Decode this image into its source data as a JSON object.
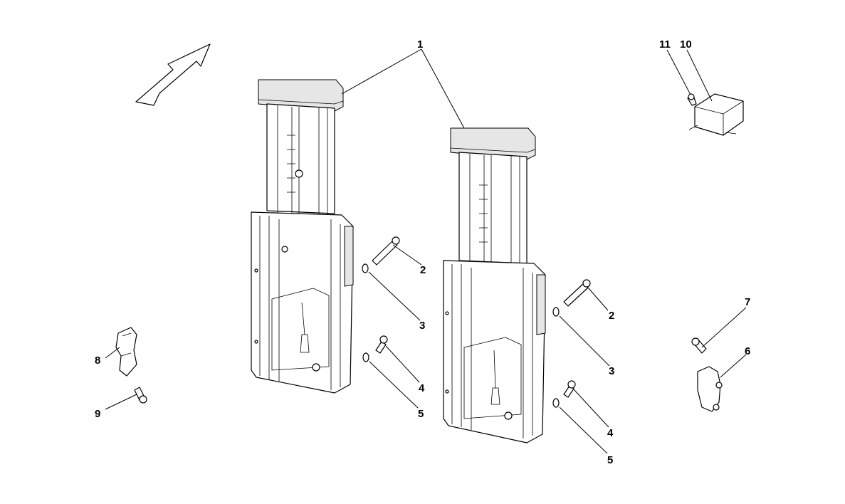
{
  "callouts": {
    "c1": "1",
    "c2a": "2",
    "c3a": "3",
    "c4a": "4",
    "c5a": "5",
    "c2b": "2",
    "c3b": "3",
    "c4b": "4",
    "c5b": "5",
    "c6": "6",
    "c7": "7",
    "c8": "8",
    "c9": "9",
    "c10": "10",
    "c11": "11"
  }
}
